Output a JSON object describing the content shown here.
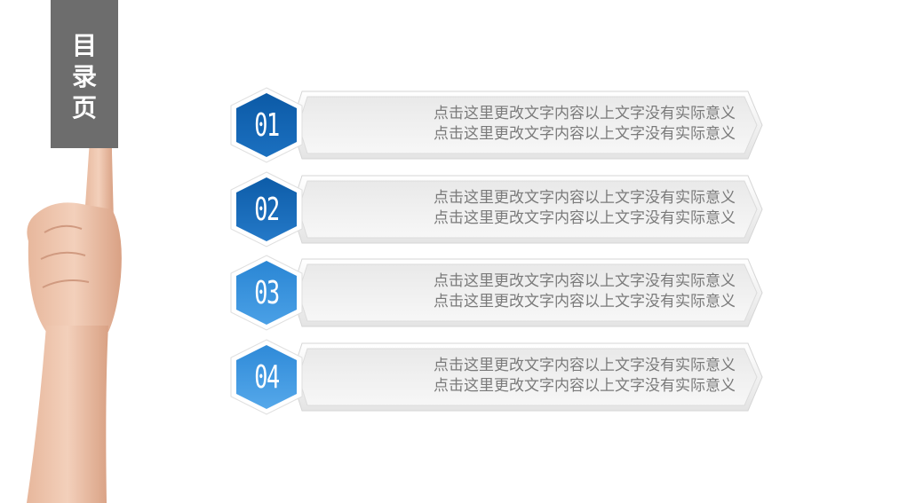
{
  "title": "目录页",
  "items": [
    {
      "number": "01",
      "line1": "点击这里更改文字内容以上文字没有实际意义",
      "line2": "点击这里更改文字内容以上文字没有实际意义"
    },
    {
      "number": "02",
      "line1": "点击这里更改文字内容以上文字没有实际意义",
      "line2": "点击这里更改文字内容以上文字没有实际意义"
    },
    {
      "number": "03",
      "line1": "点击这里更改文字内容以上文字没有实际意义",
      "line2": "点击这里更改文字内容以上文字没有实际意义"
    },
    {
      "number": "04",
      "line1": "点击这里更改文字内容以上文字没有实际意义",
      "line2": "点击这里更改文字内容以上文字没有实际意义"
    }
  ],
  "colors": {
    "tab": "#6d6d6d",
    "badge_dark": "#0e5ea8",
    "badge_light": "#3a8fd8",
    "text": "#7a7a7a"
  }
}
